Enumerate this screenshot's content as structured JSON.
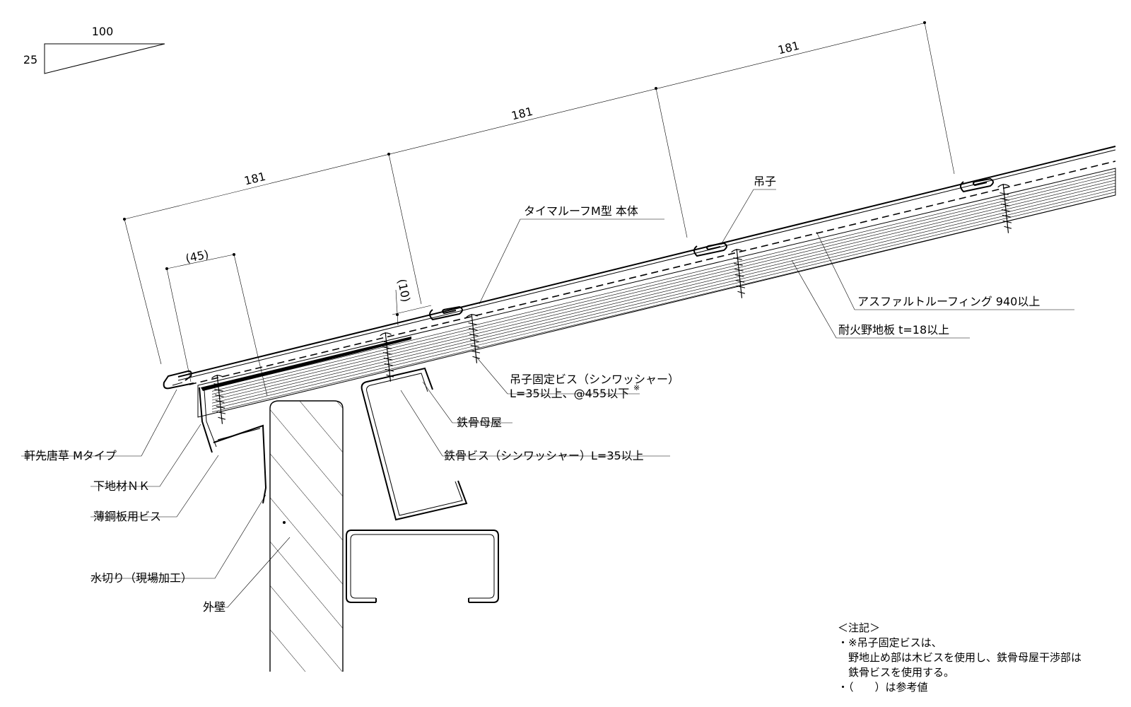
{
  "slope": {
    "run": "100",
    "rise": "25"
  },
  "dimensions": {
    "pitch_1": "181",
    "pitch_2": "181",
    "pitch_3": "181",
    "overhang": "(45)",
    "gap": "(10)"
  },
  "labels": {
    "roof_body": "タイマルーフM型 本体",
    "clip": "吊子",
    "asphalt_roofing": "アスファルトルーフィング 940以上",
    "fireproof_board": "耐火野地板 t=18以上",
    "clip_screw_line1": "吊子固定ビス（シンワッシャー）",
    "clip_screw_line2": "L=35以上、@455以下",
    "clip_screw_mark": "※",
    "steel_purlin": "鉄骨母屋",
    "steel_screw": "鉄骨ビス（シンワッシャー）L=35以上",
    "eave_trim": "軒先唐草 Mタイプ",
    "base_nk": "下地材ＮＫ",
    "thin_plate_screw": "薄鋼板用ビス",
    "flashing": "水切り（現場加工）",
    "exterior_wall": "外壁"
  },
  "notes": {
    "heading": "＜注記＞",
    "line1": "・※吊子固定ビスは、",
    "line2": "野地止め部は木ビスを使用し、鉄骨母屋干渉部は",
    "line3": "鉄骨ビスを使用する。",
    "line4": "・（　　）は参考値"
  }
}
